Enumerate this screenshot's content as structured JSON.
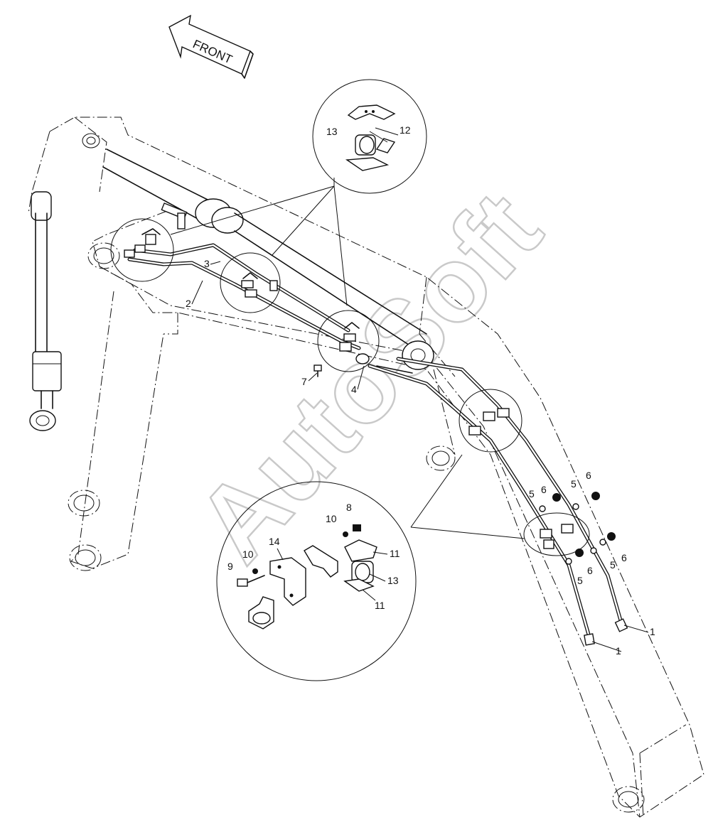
{
  "front_arrow": {
    "label": "FRONT"
  },
  "watermark": "AutoSoft",
  "callouts": [
    {
      "id": "c-top-12",
      "text": "12"
    },
    {
      "id": "c-top-13",
      "text": "13"
    },
    {
      "id": "c-3",
      "text": "3"
    },
    {
      "id": "c-2",
      "text": "2"
    },
    {
      "id": "c-7",
      "text": "7"
    },
    {
      "id": "c-4",
      "text": "4"
    },
    {
      "id": "c-r-5a",
      "text": "5"
    },
    {
      "id": "c-r-6a",
      "text": "6"
    },
    {
      "id": "c-r-5b",
      "text": "5"
    },
    {
      "id": "c-r-6b",
      "text": "6"
    },
    {
      "id": "c-r-5c",
      "text": "5"
    },
    {
      "id": "c-r-6c",
      "text": "6"
    },
    {
      "id": "c-r-6d",
      "text": "6"
    },
    {
      "id": "c-r-5d",
      "text": "5"
    },
    {
      "id": "c-1a",
      "text": "1"
    },
    {
      "id": "c-1b",
      "text": "1"
    },
    {
      "id": "c-d-8",
      "text": "8"
    },
    {
      "id": "c-d-10a",
      "text": "10"
    },
    {
      "id": "c-d-14",
      "text": "14"
    },
    {
      "id": "c-d-10b",
      "text": "10"
    },
    {
      "id": "c-d-9",
      "text": "9"
    },
    {
      "id": "c-d-11a",
      "text": "11"
    },
    {
      "id": "c-d-13",
      "text": "13"
    },
    {
      "id": "c-d-11b",
      "text": "11"
    }
  ]
}
